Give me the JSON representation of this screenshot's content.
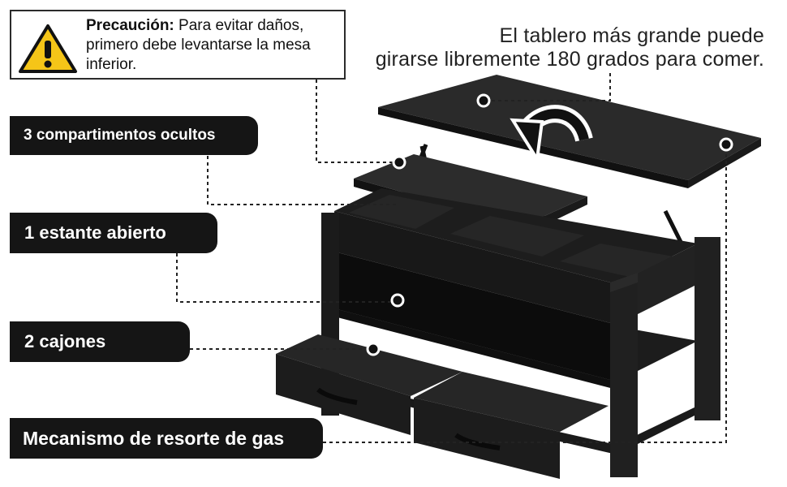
{
  "caution": {
    "title": "Precaución:",
    "line1": "Para evitar daños,",
    "line2": "primero debe levantarse la mesa",
    "line3": "inferior."
  },
  "headline": {
    "line1": "El tablero más grande puede",
    "line2": "girarse libremente 180 grados para comer."
  },
  "tags": {
    "compartments": "3 compartimentos ocultos",
    "shelf": "1 estante abierto",
    "drawers": "2 cajones",
    "gas_spring": "Mecanismo de resorte de gas"
  },
  "colors": {
    "table": "#1f1f1f",
    "table_top": "#2a2a2a",
    "tag_bg": "#151515",
    "warning_yellow": "#f5c518"
  },
  "icons": {
    "warning": "warning-triangle-icon",
    "rotate": "rotate-arrow-icon"
  }
}
